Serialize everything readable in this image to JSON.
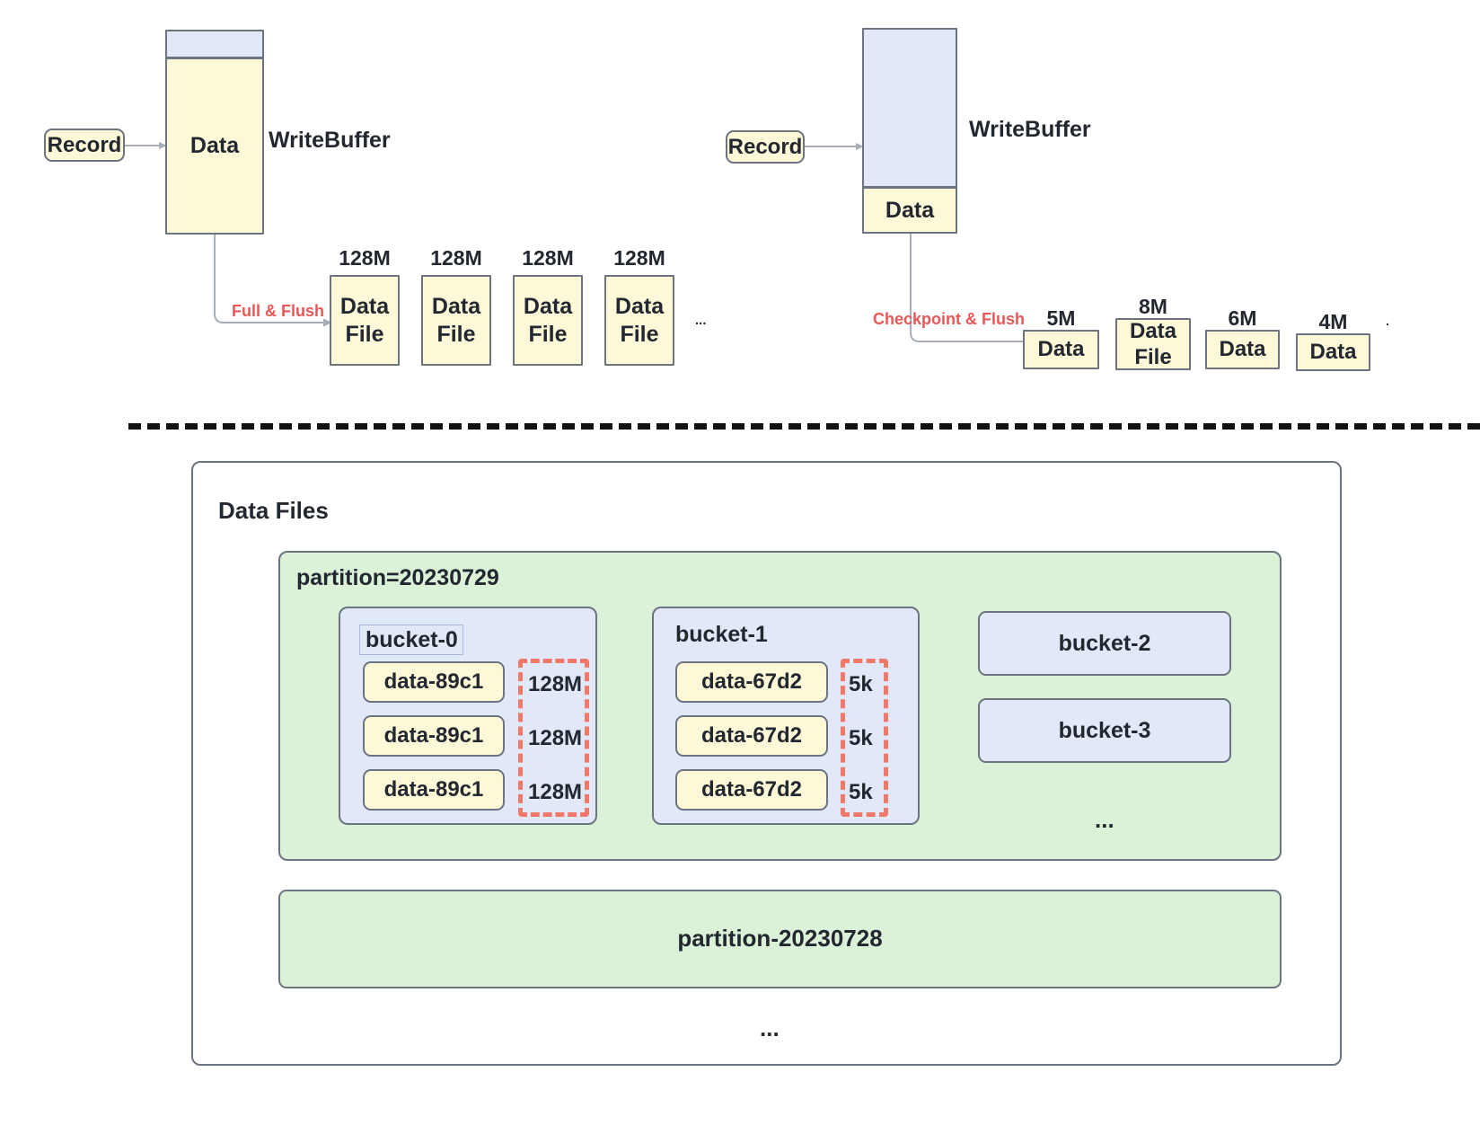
{
  "diagram": {
    "title": "WriteBuffer flush and data file layout",
    "colors": {
      "yellow_fill": "#fcf8d8",
      "blue_fill": "#e1e8f8",
      "green_fill": "#dbf1d8",
      "stroke": "#6c7480",
      "red_accent": "#eb5757",
      "red_dash": "#f2786a",
      "text": "#23272f"
    }
  },
  "top_left": {
    "record_label": "Record",
    "buffer_label": "WriteBuffer",
    "buffer_data_label": "Data",
    "flush_label": "Full & Flush",
    "files": [
      {
        "size": "128M",
        "label": "Data\nFile",
        "line1": "Data",
        "line2": "File"
      },
      {
        "size": "128M",
        "label": "Data\nFile",
        "line1": "Data",
        "line2": "File"
      },
      {
        "size": "128M",
        "label": "Data\nFile",
        "line1": "Data",
        "line2": "File"
      },
      {
        "size": "128M",
        "label": "Data\nFile",
        "line1": "Data",
        "line2": "File"
      }
    ],
    "ellipsis": "..."
  },
  "top_right": {
    "record_label": "Record",
    "buffer_label": "WriteBuffer",
    "buffer_data_label": "Data",
    "flush_label": "Checkpoint & Flush",
    "files": [
      {
        "size": "5M",
        "line1": "Data",
        "line2": ""
      },
      {
        "size": "8M",
        "line1": "Data",
        "line2": "File"
      },
      {
        "size": "6M",
        "line1": "Data",
        "line2": ""
      },
      {
        "size": "4M",
        "line1": "Data",
        "line2": ""
      }
    ],
    "ellipsis": "."
  },
  "bottom": {
    "panel_title": "Data Files",
    "partition_current": {
      "label": "partition=20230729",
      "buckets": [
        {
          "name": "bucket-0",
          "files": [
            {
              "name": "data-89c1",
              "size": "128M"
            },
            {
              "name": "data-89c1",
              "size": "128M"
            },
            {
              "name": "data-89c1",
              "size": "128M"
            }
          ]
        },
        {
          "name": "bucket-1",
          "files": [
            {
              "name": "data-67d2",
              "size": "5k"
            },
            {
              "name": "data-67d2",
              "size": "5k"
            },
            {
              "name": "data-67d2",
              "size": "5k"
            }
          ]
        }
      ],
      "collapsed_buckets": [
        {
          "name": "bucket-2"
        },
        {
          "name": "bucket-3"
        }
      ],
      "ellipsis": "..."
    },
    "partition_previous": {
      "label": "partition-20230728"
    },
    "ellipsis": "..."
  }
}
